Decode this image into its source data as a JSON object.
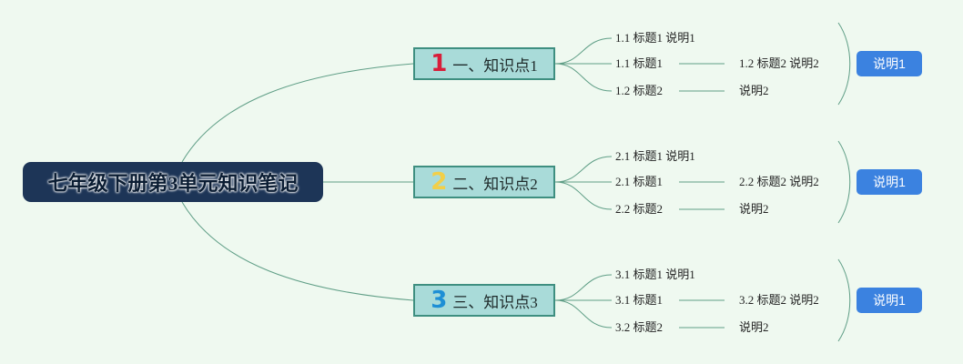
{
  "root": {
    "label": "七年级下册第3单元知识笔记"
  },
  "colors": {
    "background": "#eff9f0",
    "root_fill": "#1d3557",
    "topic_fill": "#a9dbd9",
    "topic_border": "#3e8f80",
    "connector": "#5f9e86",
    "button": "#3b82e0"
  },
  "topics": [
    {
      "number": "1",
      "number_color": "#d81e3a",
      "label": "一、知识点1",
      "items": [
        "1.1 标题1 说明1",
        "1.1 标题1",
        "1.2 标题2"
      ],
      "subitems": [
        "1.2 标题2 说明2",
        "说明2"
      ],
      "summary": "说明1"
    },
    {
      "number": "2",
      "number_color": "#f2cf48",
      "label": "二、知识点2",
      "items": [
        "2.1 标题1 说明1",
        "2.1 标题1",
        "2.2 标题2"
      ],
      "subitems": [
        "2.2 标题2 说明2",
        "说明2"
      ],
      "summary": "说明1"
    },
    {
      "number": "3",
      "number_color": "#1e8fd5",
      "label": "三、知识点3",
      "items": [
        "3.1 标题1 说明1",
        "3.1 标题1",
        "3.2 标题2"
      ],
      "subitems": [
        "3.2 标题2 说明2",
        "说明2"
      ],
      "summary": "说明1"
    }
  ]
}
